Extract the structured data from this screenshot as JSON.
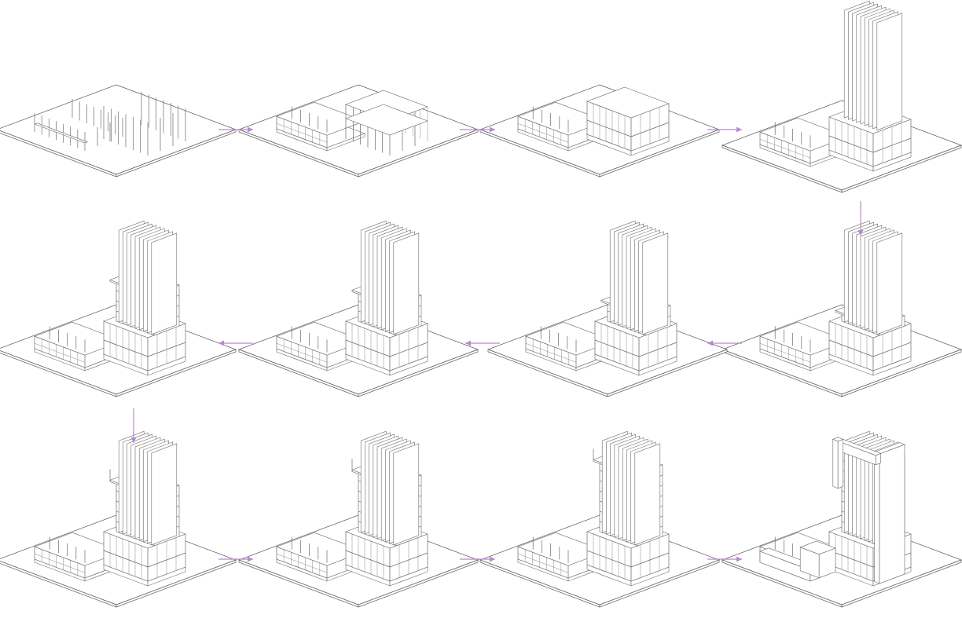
{
  "colors": {
    "accent": "#9b5fc0",
    "accent_dark": "#7a3f9e",
    "arrow": "#b48ad0",
    "line": "#6a6a6a",
    "background": "#ffffff"
  },
  "steps": [
    {
      "id": 1,
      "highlight": "primary-columns"
    },
    {
      "id": 2,
      "highlight": "first-floor-slab"
    },
    {
      "id": 3,
      "highlight": "podium-roof-slab"
    },
    {
      "id": 4,
      "highlight": "tower-fins"
    },
    {
      "id": 5,
      "highlight": "tower-floor-1"
    },
    {
      "id": 6,
      "highlight": "tower-floor-2"
    },
    {
      "id": 7,
      "highlight": "tower-floor-3"
    },
    {
      "id": 8,
      "highlight": "tower-floor-4"
    },
    {
      "id": 9,
      "highlight": "tower-floor-5"
    },
    {
      "id": 10,
      "highlight": "tower-floor-6"
    },
    {
      "id": 11,
      "highlight": "tower-floor-7"
    },
    {
      "id": 12,
      "highlight": "envelope-shell"
    }
  ],
  "arrows": [
    {
      "from": 1,
      "to": 2,
      "direction": "right"
    },
    {
      "from": 2,
      "to": 3,
      "direction": "right"
    },
    {
      "from": 3,
      "to": 4,
      "direction": "right"
    },
    {
      "from": 4,
      "to": 5,
      "direction": "down"
    },
    {
      "from": 5,
      "to": 6,
      "direction": "left"
    },
    {
      "from": 6,
      "to": 7,
      "direction": "left"
    },
    {
      "from": 7,
      "to": 8,
      "direction": "left"
    },
    {
      "from": 8,
      "to": 9,
      "direction": "down"
    },
    {
      "from": 9,
      "to": 10,
      "direction": "right"
    },
    {
      "from": 10,
      "to": 11,
      "direction": "right"
    },
    {
      "from": 11,
      "to": 12,
      "direction": "right"
    }
  ]
}
